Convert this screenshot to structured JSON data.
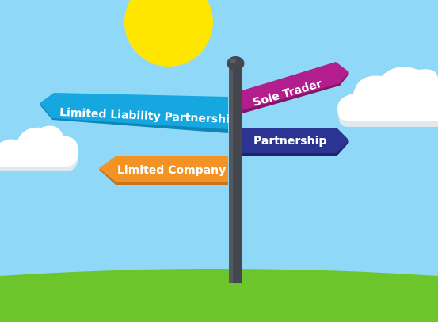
{
  "colors": {
    "sky": "#8fd8f8",
    "sun": "#ffe600",
    "grass": "#6cc52b",
    "cloud": "#ffffff",
    "cloud_shadow": "#dfe9ee",
    "pole": "#44474d",
    "sign_llp": "#16a6e0",
    "sign_sole_trader": "#b21e8e",
    "sign_partnership": "#2b3591",
    "sign_limited_company": "#f39325"
  },
  "signs": {
    "llp": {
      "label": "Limited Liability Partnership"
    },
    "sole_trader": {
      "label": "Sole Trader"
    },
    "partnership": {
      "label": "Partnership"
    },
    "limited_company": {
      "label": "Limited Company"
    }
  }
}
